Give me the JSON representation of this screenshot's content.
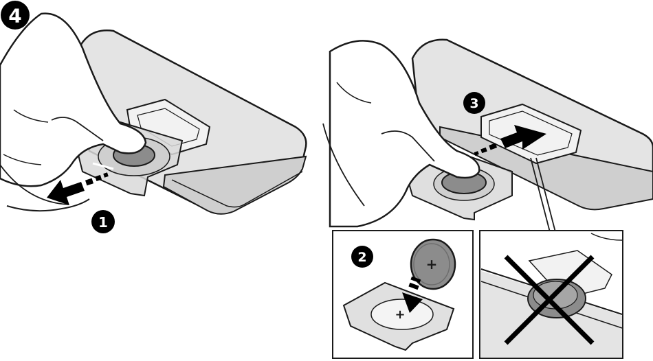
{
  "steps": {
    "main_number": "4",
    "slide_out": "1",
    "replace_battery": "2",
    "slide_in": "3"
  },
  "battery": {
    "plus_symbol": "+"
  },
  "colors": {
    "outline": "#1a1a1a",
    "remote_body": "#e4e4e4",
    "remote_edge": "#cfcfcf",
    "tray": "#d9d9d9",
    "battery": "#8c8c8c",
    "arrow": "#000000",
    "badge": "#000000"
  },
  "icons": {
    "forbidden": "cross-icon",
    "direction": "arrow-icon"
  }
}
